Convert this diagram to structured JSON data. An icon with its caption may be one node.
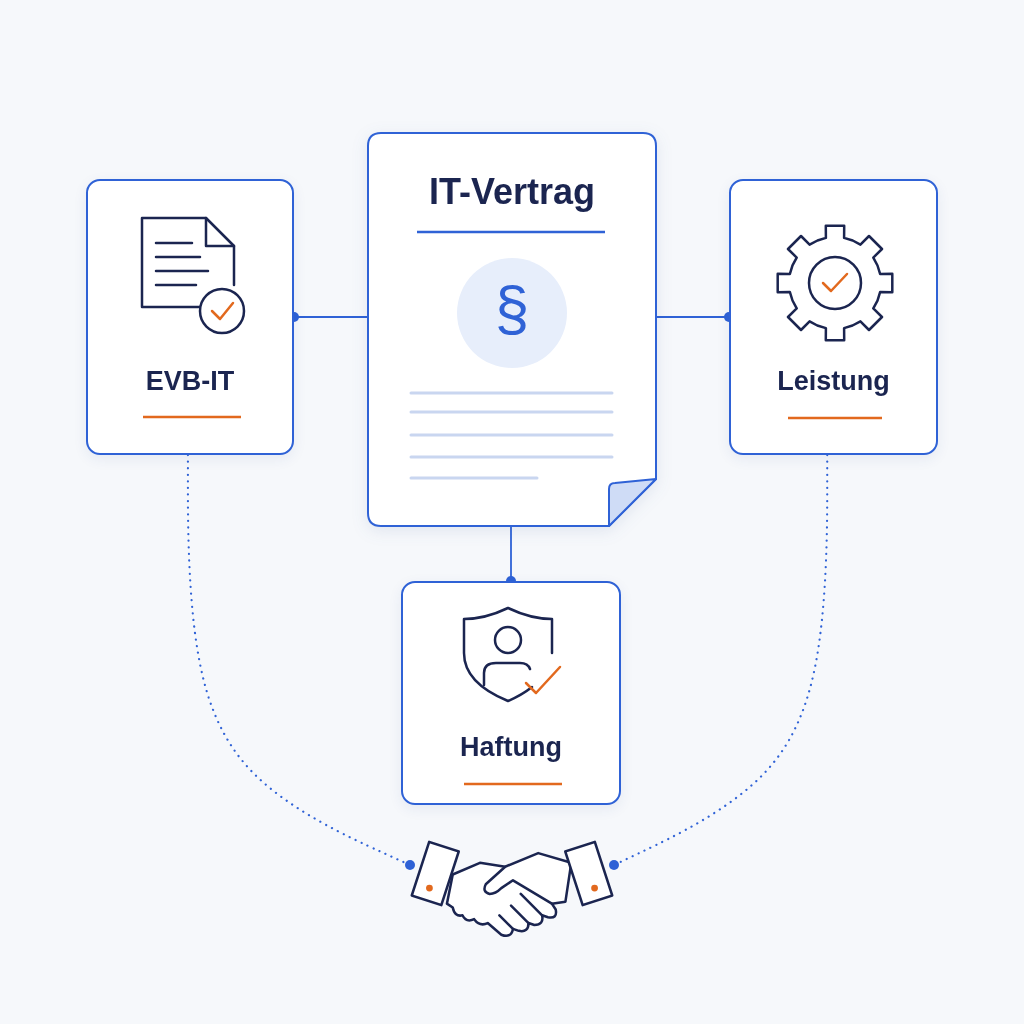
{
  "diagram": {
    "nodes": [
      {
        "text": [
          "IT-Vertrag",
          "§"
        ]
      },
      {
        "text": [
          "EVB-IT"
        ]
      },
      {
        "text": [
          "Leistung"
        ]
      },
      {
        "text": [
          "Haftung"
        ]
      },
      {
        "text": [],
        "shape": "picture"
      }
    ],
    "edges": [
      {
        "from": 0,
        "to": 1,
        "arrow": "other"
      },
      {
        "from": 0,
        "to": 2,
        "arrow": "other"
      },
      {
        "from": 0,
        "to": 3,
        "arrow": "other"
      },
      {
        "from": 1,
        "to": 4,
        "arrow": "other",
        "style": "dashed"
      },
      {
        "from": 2,
        "to": 4,
        "arrow": "other",
        "style": "dashed"
      }
    ]
  }
}
